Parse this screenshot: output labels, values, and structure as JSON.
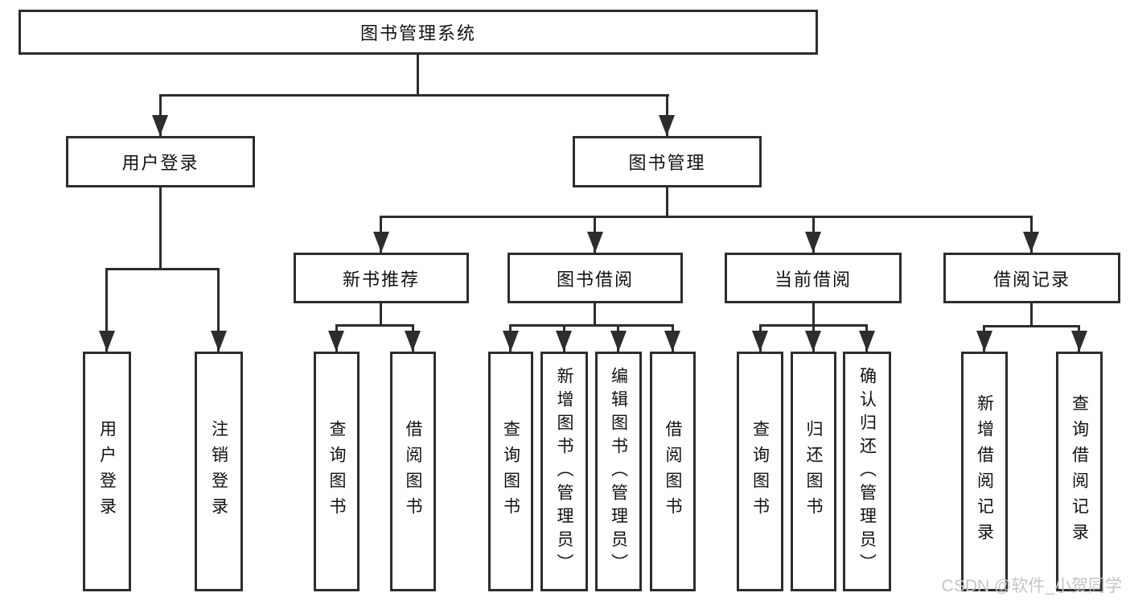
{
  "tree": {
    "label": "图书管理系统",
    "children": [
      {
        "label": "用户登录",
        "children": [
          {
            "label": "用户登录"
          },
          {
            "label": "注销登录"
          }
        ]
      },
      {
        "label": "图书管理",
        "children": [
          {
            "label": "新书推荐",
            "children": [
              {
                "label": "查询图书"
              },
              {
                "label": "借阅图书"
              }
            ]
          },
          {
            "label": "图书借阅",
            "children": [
              {
                "label": "查询图书"
              },
              {
                "label": "新增图书（管理员）"
              },
              {
                "label": "编辑图书（管理员）"
              },
              {
                "label": "借阅图书"
              }
            ]
          },
          {
            "label": "当前借阅",
            "children": [
              {
                "label": "查询图书"
              },
              {
                "label": "归还图书"
              },
              {
                "label": "确认归还（管理员）"
              }
            ]
          },
          {
            "label": "借阅记录",
            "children": [
              {
                "label": "新增借阅记录"
              },
              {
                "label": "查询借阅记录"
              }
            ]
          }
        ]
      }
    ]
  },
  "watermark": "CSDN @软件_小贺同学",
  "colors": {
    "line": "#2d2d2d",
    "text": "#111111",
    "box_fill": "#ffffff",
    "watermark": "#c5c5c5",
    "background": "#ffffff"
  }
}
